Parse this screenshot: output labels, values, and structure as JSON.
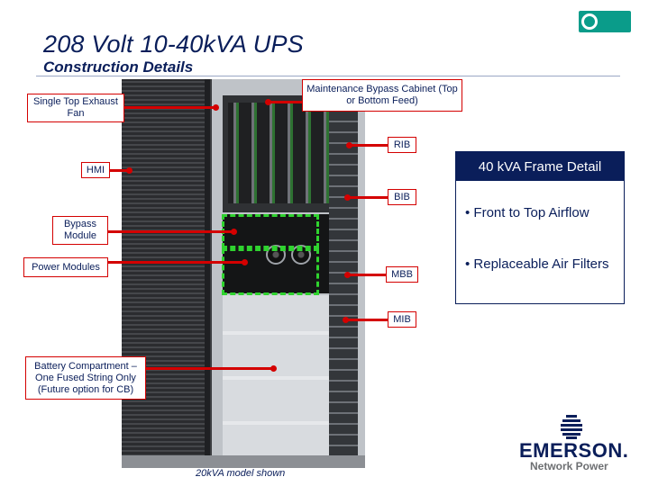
{
  "header": {
    "title": "208 Volt 10-40kVA UPS",
    "subtitle": "Construction Details"
  },
  "callouts": {
    "single_top_exhaust_fan": "Single Top Exhaust Fan",
    "maintenance_bypass_cabinet": "Maintenance Bypass Cabinet (Top or Bottom Feed)",
    "rib": "RIB",
    "hmi": "HMI",
    "bib": "BIB",
    "bypass_module": "Bypass Module",
    "power_modules": "Power Modules",
    "mbb": "MBB",
    "mib": "MIB",
    "battery_compartment": "Battery Compartment – One Fused String Only (Future option for CB)"
  },
  "frame_detail": {
    "heading": "40 kVA Frame Detail",
    "bullets": [
      "• Front to Top Airflow",
      "• Replaceable Air Filters"
    ]
  },
  "caption": "20kVA model shown",
  "branding": {
    "name": "EMERSON.",
    "sub": "Network Power",
    "icon": "emerson-logo-icon",
    "badge_icon": "emerson-badge-icon"
  },
  "colors": {
    "navy": "#0a1e5a",
    "callout_red": "#d40000",
    "highlight_green": "#2fd32f",
    "badge_teal": "#0a9c8a"
  }
}
